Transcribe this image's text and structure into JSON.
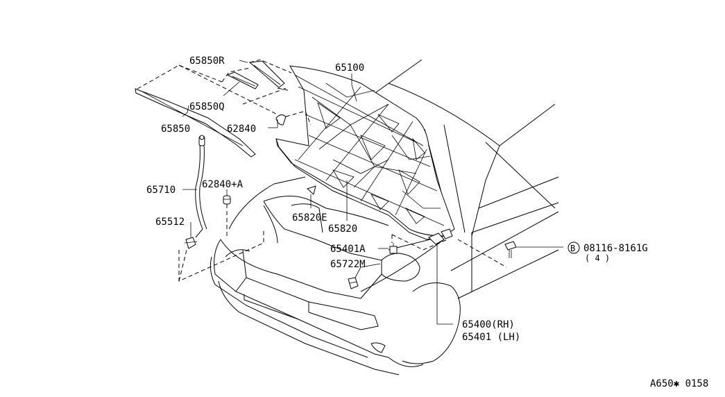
{
  "diagram_code": "A650✱ 0158",
  "labels": {
    "p65850R": "65850R",
    "p65850Q": "65850Q",
    "p65850": "65850",
    "p65100": "65100",
    "p62840": "62840",
    "p62840A": "62840+A",
    "p65710": "65710",
    "p65512": "65512",
    "p65820E": "65820E",
    "p65820": "65820",
    "p65401A": "65401A",
    "p65722M": "65722M",
    "p65400": "65400(RH)",
    "p65401": "65401 (LH)",
    "bolt_code": "08116-8161G",
    "bolt_qty": "( 4 )",
    "bolt_marker": "B"
  }
}
